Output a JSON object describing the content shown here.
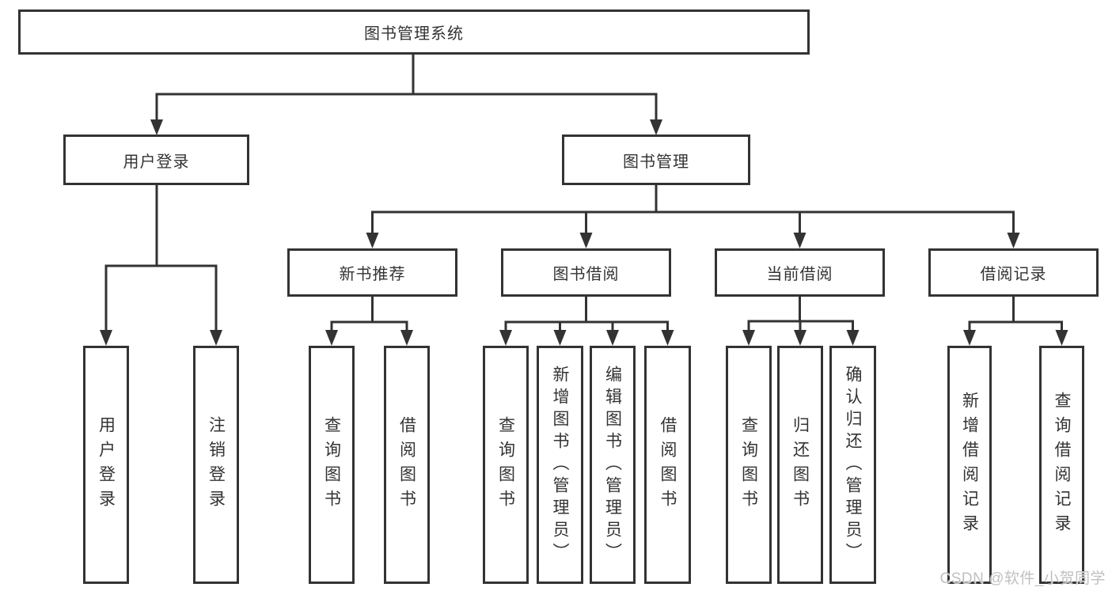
{
  "diagram": {
    "root": {
      "label": "图书管理系统"
    },
    "level2": [
      {
        "id": "user-login",
        "label": "用户登录"
      },
      {
        "id": "book-management",
        "label": "图书管理"
      }
    ],
    "level3": [
      {
        "id": "new-book-recommendation",
        "label": "新书推荐"
      },
      {
        "id": "book-borrowing",
        "label": "图书借阅"
      },
      {
        "id": "current-borrowing",
        "label": "当前借阅"
      },
      {
        "id": "borrowing-records",
        "label": "借阅记录"
      }
    ],
    "leaves": [
      {
        "group": "user-login",
        "label": "用户登录"
      },
      {
        "group": "user-login",
        "label": "注销登录"
      },
      {
        "group": "new-book-recommendation",
        "label": "查询图书"
      },
      {
        "group": "new-book-recommendation",
        "label": "借阅图书"
      },
      {
        "group": "book-borrowing",
        "label": "查询图书"
      },
      {
        "group": "book-borrowing",
        "label": "新增图书（管理员）"
      },
      {
        "group": "book-borrowing",
        "label": "编辑图书（管理员）"
      },
      {
        "group": "book-borrowing",
        "label": "借阅图书"
      },
      {
        "group": "current-borrowing",
        "label": "查询图书"
      },
      {
        "group": "current-borrowing",
        "label": "归还图书"
      },
      {
        "group": "current-borrowing",
        "label": "确认归还（管理员）"
      },
      {
        "group": "borrowing-records",
        "label": "新增借阅记录"
      },
      {
        "group": "borrowing-records",
        "label": "查询借阅记录"
      }
    ]
  },
  "watermark": {
    "text": "CSDN @软件_小贺同学"
  },
  "colors": {
    "line": "#333333",
    "box_border": "#333333",
    "text": "#333333",
    "background": "#ffffff",
    "watermark": "#c0c0c0"
  }
}
